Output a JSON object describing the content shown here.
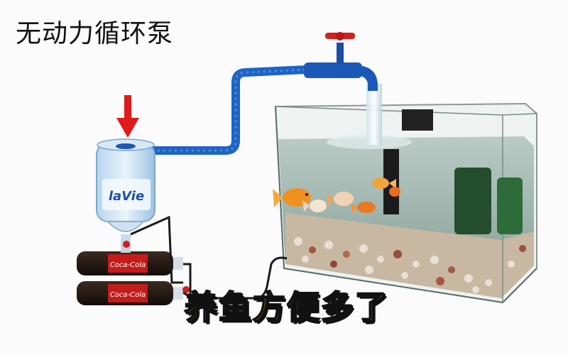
{
  "title": "无动力循环泵",
  "caption": "养鱼方便多了",
  "bottle_brand": "laVie",
  "soda_brand": "Coca-Cola",
  "colors": {
    "arrow": "#e01b1b",
    "hose": "#1e63c6",
    "tap": "#1c58b8",
    "tap_handle": "#d02020",
    "tube": "#1a1a1a",
    "caption": "#f5e400",
    "water": "#9fb7b0",
    "gravel": "#d9c9b4"
  }
}
